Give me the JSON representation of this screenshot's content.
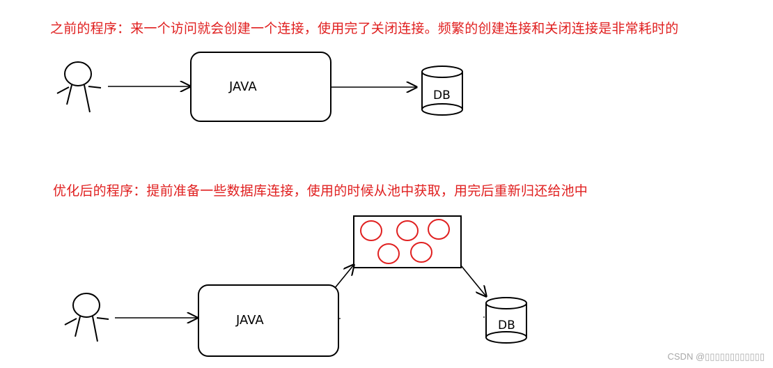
{
  "captions": {
    "before": "之前的程序：来一个访问就会创建一个连接，使用完了关闭连接。频繁的创建连接和关闭连接是非常耗时的",
    "after": "优化后的程序：提前准备一些数据库连接，使用的时候从池中获取，用完后重新归还给池中"
  },
  "nodes": {
    "app_label": "JAVA",
    "db_label": "DB"
  },
  "pool": {
    "connection_count": 5
  },
  "watermark": "CSDN @▯▯▯▯▯▯▯▯▯▯▯▯",
  "colors": {
    "caption": "#e02020",
    "connection": "#e02020",
    "stroke": "#000000"
  }
}
